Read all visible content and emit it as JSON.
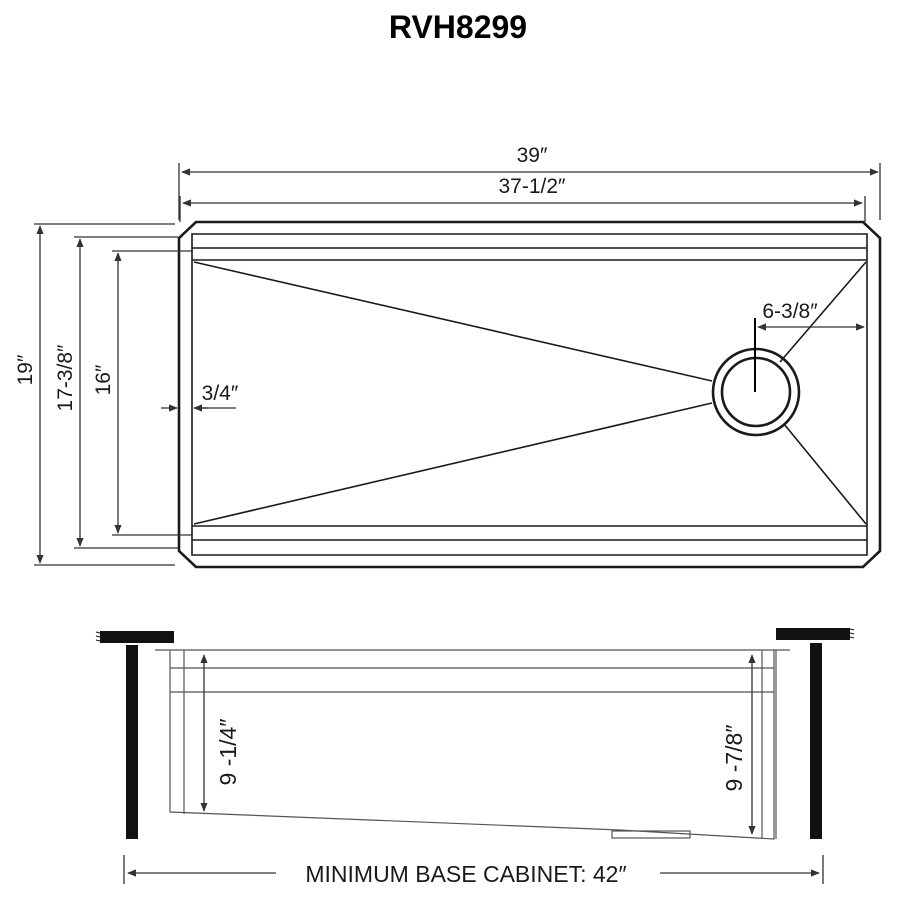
{
  "title": "RVH8299",
  "top_view": {
    "overall_width": "39″",
    "inner_width": "37-1/2″",
    "overall_depth": "19″",
    "inner_depth": "17-3/8″",
    "basin_depth": "16″",
    "rim_offset": "3/4″",
    "drain_offset": "6-3/8″"
  },
  "side_view": {
    "left_height": "9 -1/4″",
    "right_height": "9 -7/8″",
    "min_cabinet": "MINIMUM BASE CABINET: 42″"
  }
}
